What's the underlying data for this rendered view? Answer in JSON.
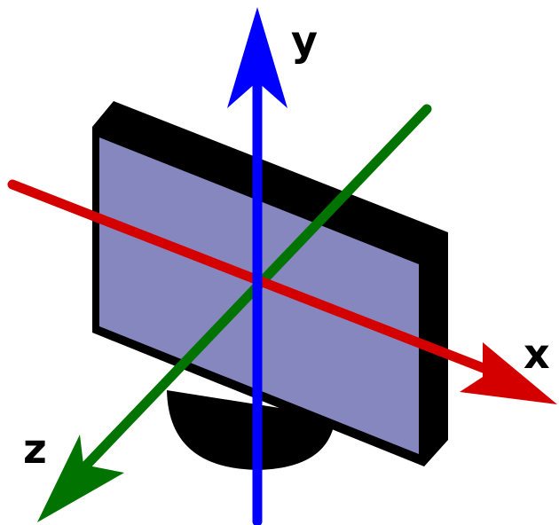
{
  "diagram": {
    "axes": [
      {
        "id": "x",
        "label": "x",
        "color": "#d40000"
      },
      {
        "id": "y",
        "label": "y",
        "color": "#0000ff"
      },
      {
        "id": "z",
        "label": "z",
        "color": "#007300"
      }
    ],
    "screen": {
      "bezel_color": "#000000",
      "panel_color": "#8787bf",
      "stand_color": "#000000"
    }
  }
}
